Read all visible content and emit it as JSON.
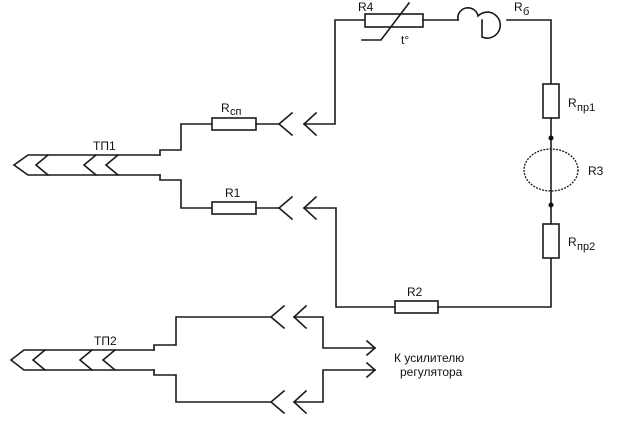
{
  "diagram": {
    "type": "electrical-schematic",
    "components": {
      "tp1": {
        "label": "ТП1",
        "kind": "thermocouple"
      },
      "tp2": {
        "label": "ТП2",
        "kind": "thermocouple"
      },
      "r_sp": {
        "label_main": "R",
        "label_sub": "сп",
        "kind": "resistor"
      },
      "r1": {
        "label": "R1",
        "kind": "resistor"
      },
      "r2": {
        "label": "R2",
        "kind": "resistor"
      },
      "r4": {
        "label": "R4",
        "kind": "thermistor",
        "temp_label": "t°"
      },
      "r_b": {
        "label_main": "R",
        "label_sub": "б",
        "kind": "bimetal-resistor"
      },
      "r_pr1": {
        "label_main": "R",
        "label_sub": "пр1",
        "kind": "resistor"
      },
      "r3": {
        "label": "R3",
        "kind": "heater-coil"
      },
      "r_pr2": {
        "label_main": "R",
        "label_sub": "пр2",
        "kind": "resistor"
      }
    },
    "output_label_line1": "К  усилителю",
    "output_label_line2": "регулятора"
  }
}
